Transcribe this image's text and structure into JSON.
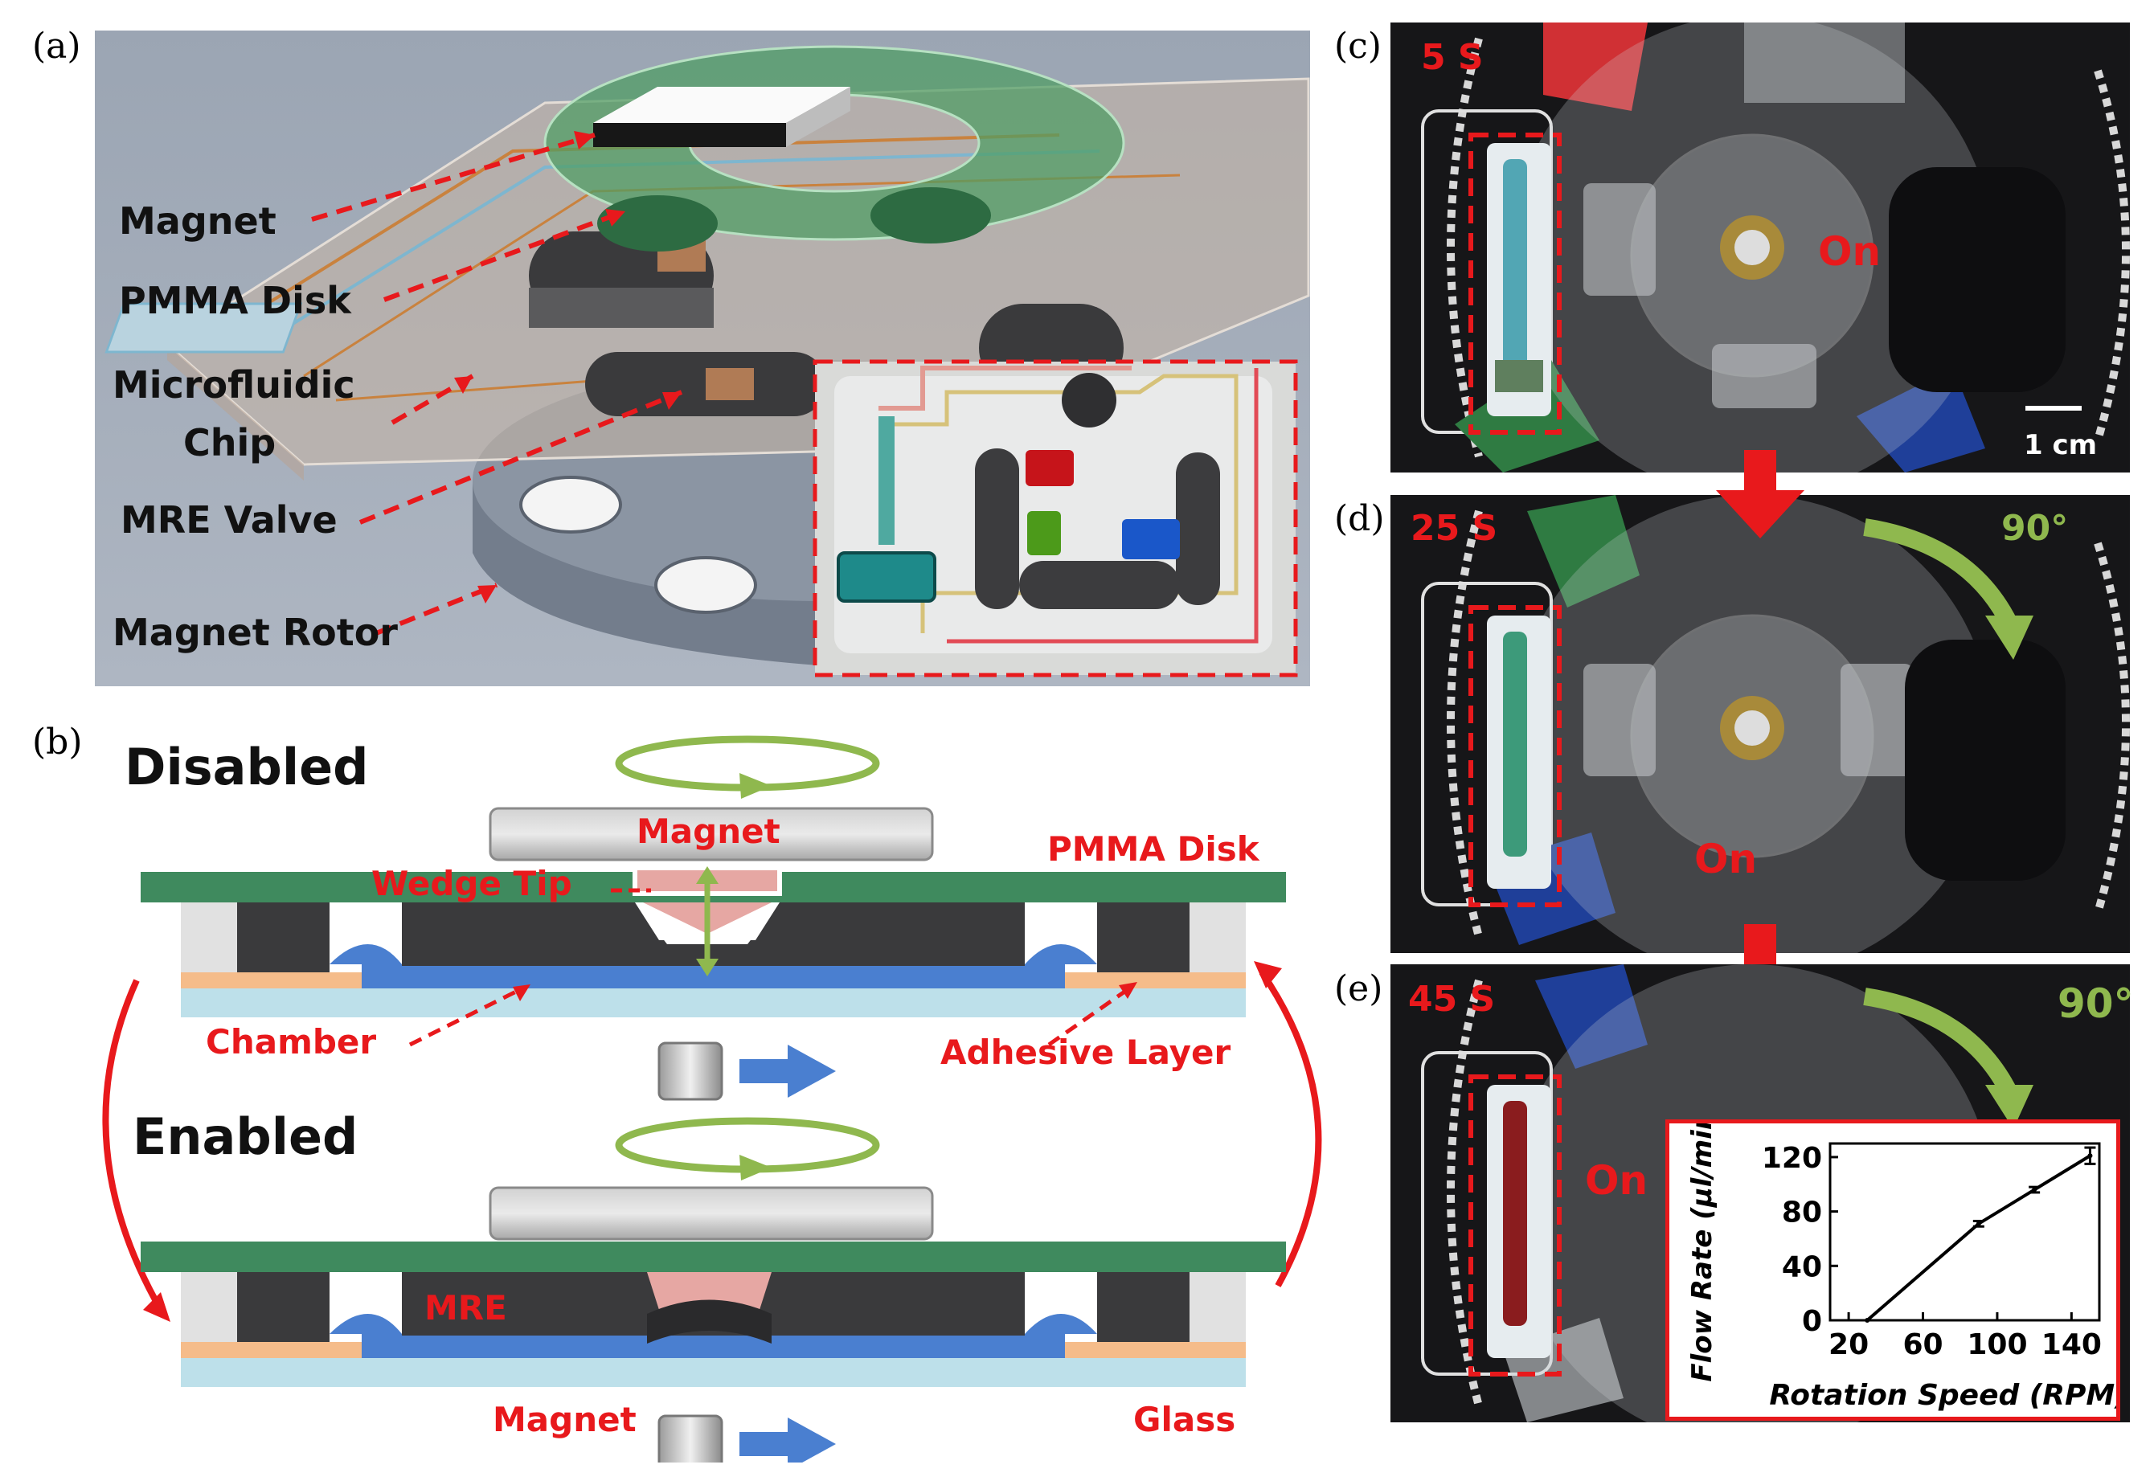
{
  "panels": {
    "a": {
      "letter": "(a)",
      "labels": {
        "magnet": "Magnet",
        "pmma_disk": "PMMA Disk",
        "microfluidic": "Microfluidic",
        "chip": "Chip",
        "mre_valve": "MRE Valve",
        "magnet_rotor": "Magnet Rotor"
      }
    },
    "b": {
      "letter": "(b)",
      "state_disabled": "Disabled",
      "state_enabled": "Enabled",
      "labels": {
        "magnet_top": "Magnet",
        "pmma_disk": "PMMA Disk",
        "wedge_tip": "Wedge Tip",
        "chamber": "Chamber",
        "adhesive_layer": "Adhesive Layer",
        "mre": "MRE",
        "magnet_bottom": "Magnet",
        "glass": "Glass"
      }
    },
    "c": {
      "letter": "(c)",
      "time": "5 S",
      "on_label": "On",
      "scale_bar": "1 cm"
    },
    "d": {
      "letter": "(d)",
      "time": "25 S",
      "on_label": "On",
      "angle": "90°"
    },
    "e": {
      "letter": "(e)",
      "time": "45 S",
      "on_label": "On",
      "angle": "90°"
    }
  },
  "colors": {
    "annotation_red": "#e8191c",
    "arrow_green": "#8fb84e",
    "pmma_green": "#3f8a5e",
    "mre_black": "#3a3a3c",
    "fluid_blue": "#4a7fd0",
    "glass_blue": "#bde0ea",
    "adhesive_orange": "#f5bc8a",
    "wedge_pink": "#e6a7a3"
  },
  "chart_data": {
    "type": "line",
    "xlabel": "Rotation Speed (RPM)",
    "ylabel": "Flow Rate (μl/min)",
    "xticks": [
      20,
      60,
      100,
      140
    ],
    "yticks": [
      0,
      40,
      80,
      120
    ],
    "xlim": [
      10,
      155
    ],
    "ylim": [
      0,
      130
    ],
    "series": [
      {
        "x": [
          30,
          90,
          120,
          150
        ],
        "y": [
          0,
          71,
          96,
          121
        ],
        "err": [
          0,
          2,
          2,
          6
        ]
      }
    ]
  }
}
